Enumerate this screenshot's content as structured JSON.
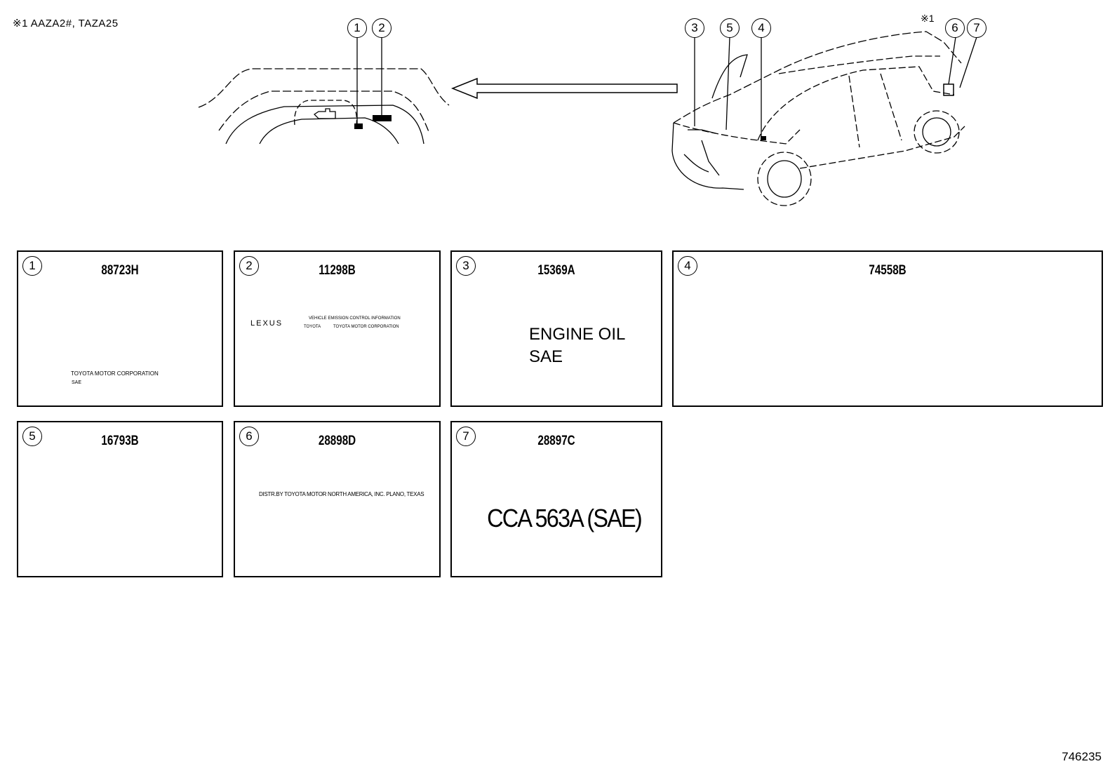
{
  "note": "※1 AAZA2#, TAZA25",
  "diagram_id": "746235",
  "overview": {
    "callouts": [
      "1",
      "2",
      "3",
      "5",
      "4",
      "6",
      "7"
    ],
    "note_marker": "※1"
  },
  "panels": [
    {
      "num": "1",
      "code": "88723H",
      "texts": [
        "TOYOTA  MOTOR  CORPORATION",
        "SAE"
      ]
    },
    {
      "num": "2",
      "code": "11298B",
      "texts": [
        "LEXUS",
        "VEHICLE  EMISSION  CONTROL  INFORMATION",
        "TOYOTA",
        "TOYOTA  MOTOR  CORPORATION"
      ]
    },
    {
      "num": "3",
      "code": "15369A",
      "texts": [
        "ENGINE  OIL",
        "SAE"
      ]
    },
    {
      "num": "4",
      "code": "74558B",
      "texts": []
    },
    {
      "num": "5",
      "code": "16793B",
      "texts": []
    },
    {
      "num": "6",
      "code": "28898D",
      "texts": [
        "DISTR.BY TOYOTA MOTOR NORTH AMERICA, INC. PLANO, TEXAS"
      ]
    },
    {
      "num": "7",
      "code": "28897C",
      "texts": [
        "CCA 563A (SAE)"
      ]
    }
  ]
}
